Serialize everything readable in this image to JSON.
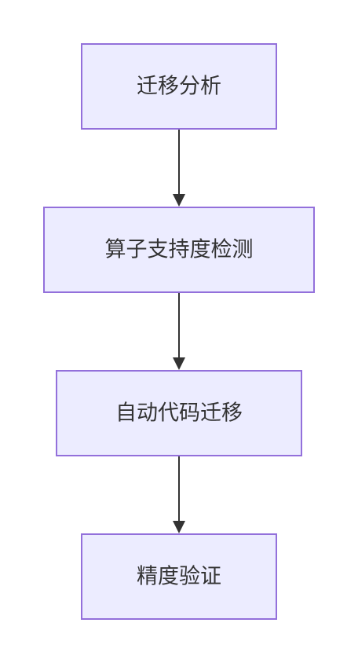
{
  "diagram": {
    "type": "flowchart",
    "direction": "top-to-bottom",
    "colors": {
      "node_fill": "#ececff",
      "node_border": "#9370db",
      "edge": "#333333",
      "text": "#333333"
    },
    "nodes": [
      {
        "id": "n1",
        "label": "迁移分析"
      },
      {
        "id": "n2",
        "label": "算子支持度检测"
      },
      {
        "id": "n3",
        "label": "自动代码迁移"
      },
      {
        "id": "n4",
        "label": "精度验证"
      }
    ],
    "edges": [
      {
        "from": "n1",
        "to": "n2"
      },
      {
        "from": "n2",
        "to": "n3"
      },
      {
        "from": "n3",
        "to": "n4"
      }
    ]
  }
}
